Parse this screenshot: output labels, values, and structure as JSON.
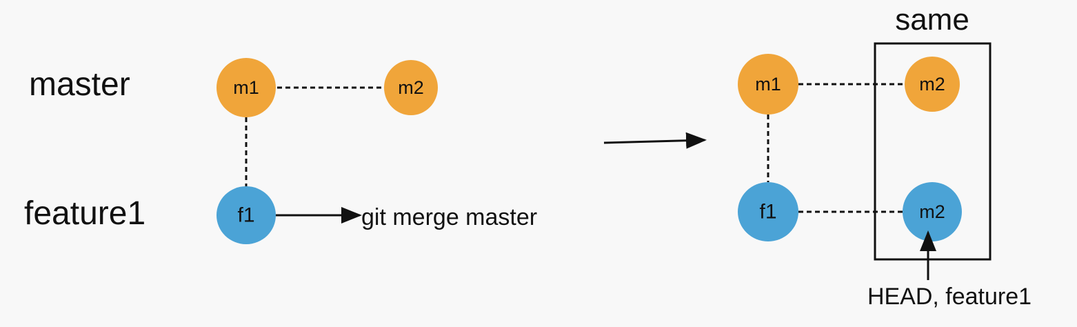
{
  "branches": {
    "master": "master",
    "feature": "feature1"
  },
  "colors": {
    "master_node": "#f0a53a",
    "feature_node": "#4ba3d6",
    "ink": "#111111",
    "background": "#f8f8f8"
  },
  "left": {
    "nodes": {
      "m1": "m1",
      "m2": "m2",
      "f1": "f1"
    },
    "command": "git merge master"
  },
  "right": {
    "nodes": {
      "m1": "m1",
      "m2_master": "m2",
      "f1": "f1",
      "m2_feature": "m2"
    },
    "box_title": "same",
    "pointer_label": "HEAD, feature1"
  }
}
